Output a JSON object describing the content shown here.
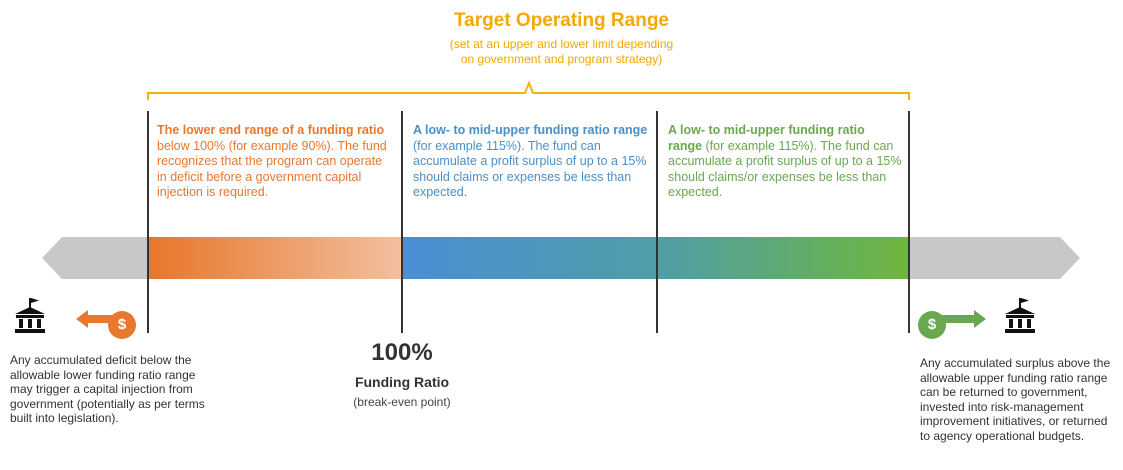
{
  "header": {
    "title": "Target Operating Range",
    "subtitle_line1": "(set at an upper and lower limit depending",
    "subtitle_line2": "on government and program strategy)"
  },
  "segments": [
    {
      "bold": "The lower end range of a funding ratio",
      "rest": " below 100% (for example 90%). The fund recognizes that the program can operate in deficit before a government capital injection is required."
    },
    {
      "bold": "A low- to mid-upper funding ratio range",
      "rest": " (for example  115%). The fund can accumulate a profit surplus of up to a 15% should claims or expenses be less than expected."
    },
    {
      "bold": "A low- to mid-upper funding ratio range",
      "rest": " (for example  115%). The fund can accumulate a profit surplus of up to a 15% should claims/or expenses be less than expected."
    }
  ],
  "center": {
    "percent": "100%",
    "label": "Funding Ratio",
    "sublabel": "(break-even point)"
  },
  "left_note": "Any accumulated deficit below the allowable lower funding ratio range may trigger a capital injection from government (potentially as per terms built into legislation).",
  "right_note": "Any accumulated surplus above the allowable upper funding ratio range can be returned to government, invested into risk-management improvement initiatives, or returned to agency operational budgets.",
  "icons": {
    "coin_symbol": "$",
    "left_icon": "government-building-icon",
    "right_icon": "government-building-icon"
  },
  "colors": {
    "title": "#f5a800",
    "orange": "#e8782f",
    "blue": "#4a90c8",
    "green": "#6aa84f",
    "gray": "#c8c8c8"
  }
}
